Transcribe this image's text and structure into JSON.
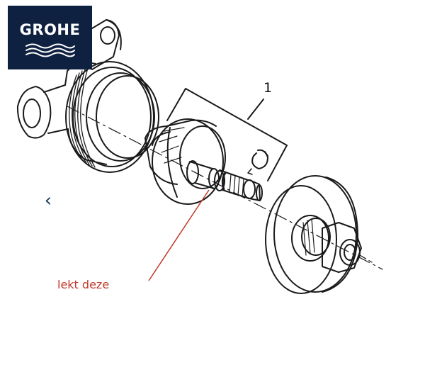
{
  "logo": {
    "text": "GROHE",
    "background": "#0f2140",
    "wave_color": "#ffffff"
  },
  "navigation": {
    "prev_icon": "chevron-left"
  },
  "diagram": {
    "part_number": "1",
    "annotation": "lekt deze",
    "annotation_color": "#c0392b",
    "line_color": "#1a1a1a"
  }
}
